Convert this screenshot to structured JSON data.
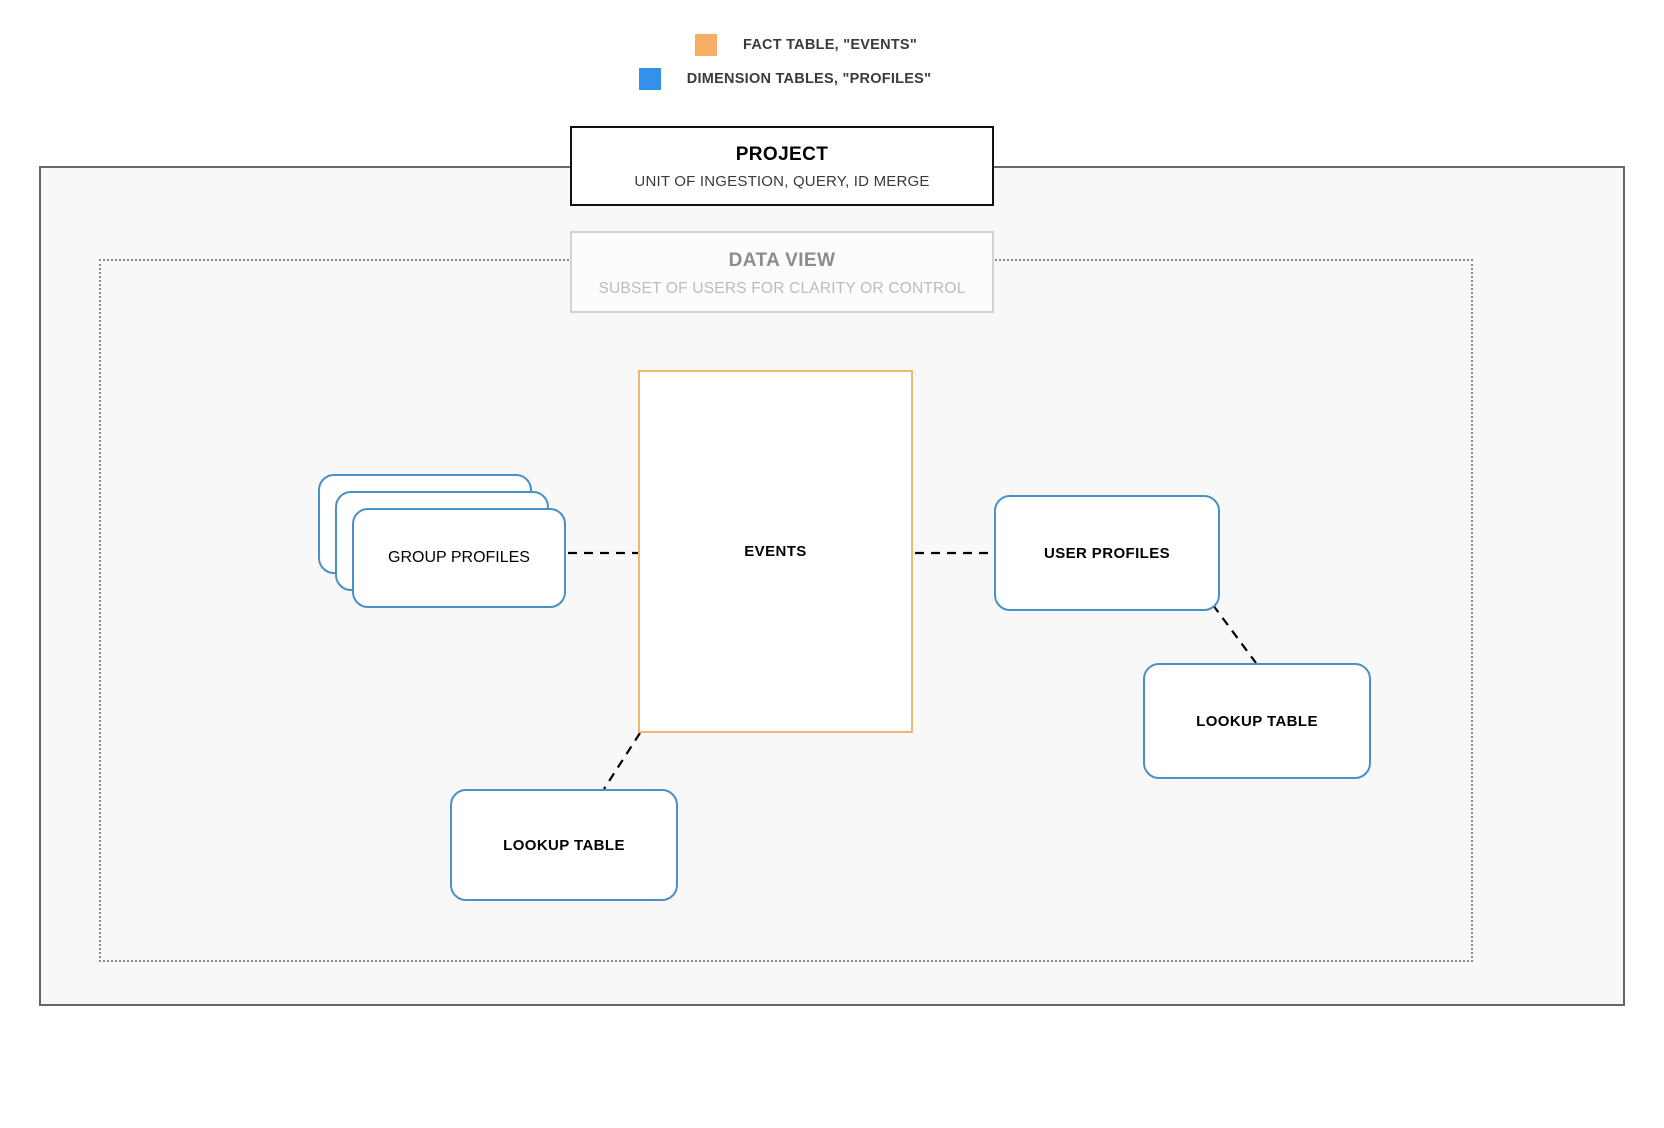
{
  "legend": {
    "items": [
      {
        "icon": "orange-square-swatch",
        "color": "#f5ae63",
        "label": "FACT TABLE, \"EVENTS\""
      },
      {
        "icon": "blue-square-swatch",
        "color": "#3391ee",
        "label": "DIMENSION TABLES, \"PROFILES\""
      }
    ]
  },
  "project": {
    "title": "PROJECT",
    "subtitle": "UNIT OF INGESTION, QUERY, ID MERGE"
  },
  "data_view": {
    "title": "DATA VIEW",
    "subtitle": "SUBSET OF USERS FOR CLARITY OR CONTROL"
  },
  "nodes": {
    "events": "EVENTS",
    "group_profiles": "GROUP PROFILES",
    "user_profiles": "USER PROFILES",
    "lookup_table_left": "LOOKUP TABLE",
    "lookup_table_right": "LOOKUP TABLE"
  },
  "colors": {
    "fact_border": "#eab870",
    "dimension_border": "#4a90c4",
    "project_border": "#111111",
    "data_view_border": "#d2d2d2",
    "container_fill": "#f8f8f8",
    "container_border": "#666666",
    "edge": "#000000"
  }
}
